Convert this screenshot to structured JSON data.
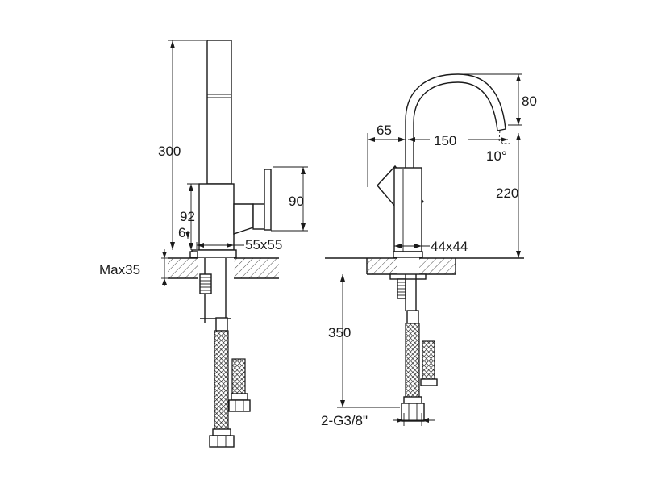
{
  "diagram": {
    "side_view": {
      "height_total": "300",
      "body_height": "92",
      "plate_offset": "6",
      "base_size": "55x55",
      "lever_height": "90",
      "deck_thickness": "Max35"
    },
    "front_view": {
      "spout_rise": "80",
      "spout_offset": "65",
      "spout_reach": "150",
      "spout_angle": "10°",
      "outlet_height": "220",
      "base_size": "44x44",
      "hose_length": "350",
      "hose_thread": "2-G3/8\""
    }
  }
}
